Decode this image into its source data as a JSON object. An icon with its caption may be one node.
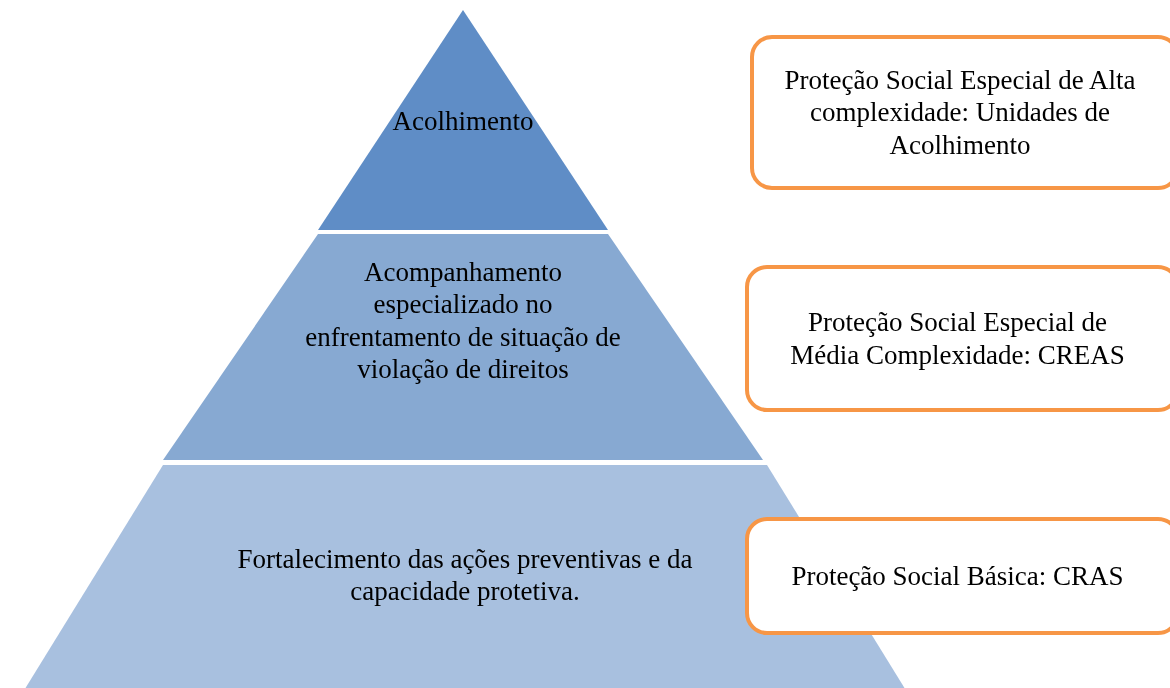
{
  "diagram": {
    "nodes": [
      {
        "text": [
          "Acolhimento"
        ]
      },
      {
        "text": [
          "Proteção Social Especial de Alta complexidade: Unidades de Acolhimento"
        ]
      },
      {
        "text": [
          "Acompanhamento especializado no enfrentamento de situação de violação de direitos"
        ]
      },
      {
        "text": [
          "Proteção Social Especial de Média Complexidade: CREAS"
        ]
      },
      {
        "text": [
          "Fortalecimento das ações preventivas e da capacidade protetiva."
        ]
      },
      {
        "text": [
          "Proteção Social Básica: CRAS"
        ]
      }
    ]
  }
}
